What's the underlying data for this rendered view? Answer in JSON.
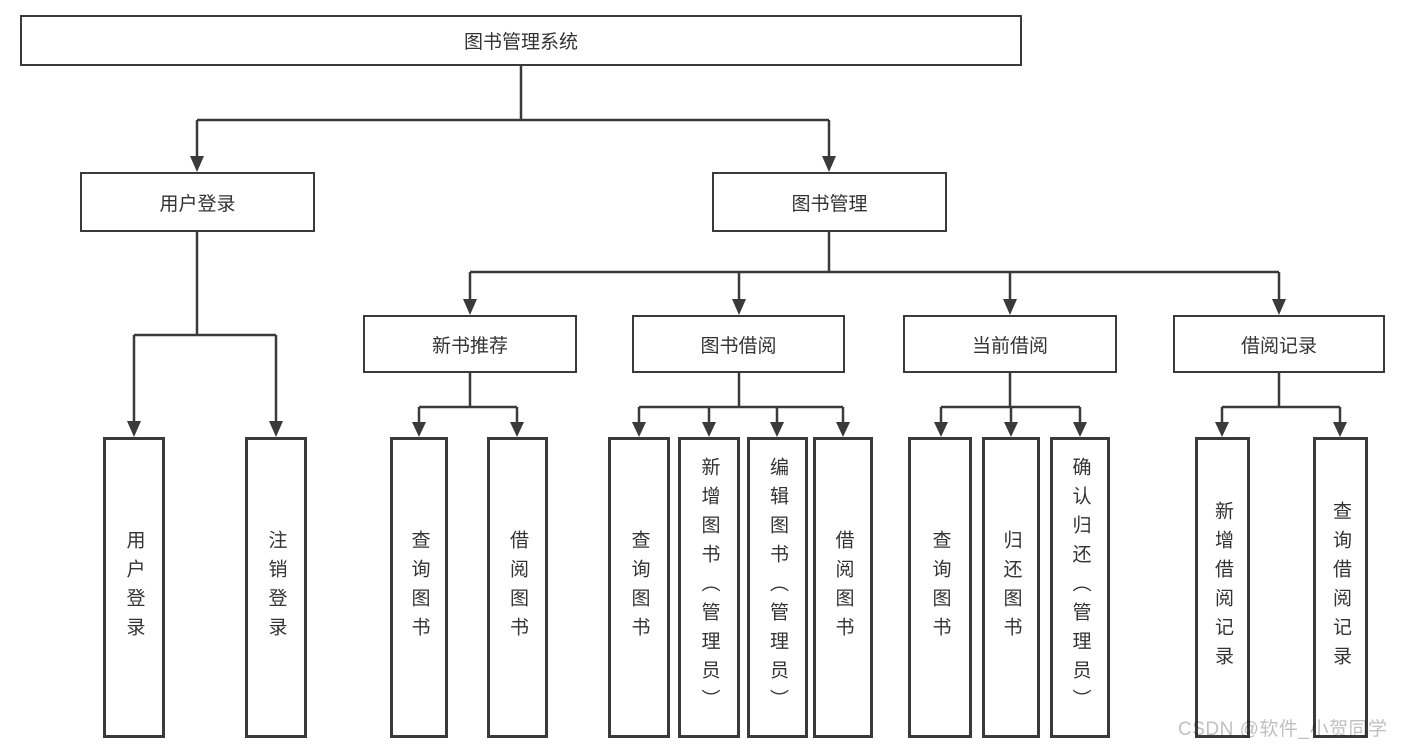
{
  "tree": {
    "label": "图书管理系统",
    "children": [
      {
        "label": "用户登录",
        "children": [
          {
            "label": "用户登录"
          },
          {
            "label": "注销登录"
          }
        ]
      },
      {
        "label": "图书管理",
        "children": [
          {
            "label": "新书推荐",
            "children": [
              {
                "label": "查询图书"
              },
              {
                "label": "借阅图书"
              }
            ]
          },
          {
            "label": "图书借阅",
            "children": [
              {
                "label": "查询图书"
              },
              {
                "label": "新增图书（管理员）"
              },
              {
                "label": "编辑图书（管理员）"
              },
              {
                "label": "借阅图书"
              }
            ]
          },
          {
            "label": "当前借阅",
            "children": [
              {
                "label": "查询图书"
              },
              {
                "label": "归还图书"
              },
              {
                "label": "确认归还（管理员）"
              }
            ]
          },
          {
            "label": "借阅记录",
            "children": [
              {
                "label": "新增借阅记录"
              },
              {
                "label": "查询借阅记录"
              }
            ]
          }
        ]
      }
    ]
  },
  "watermark": {
    "text": "CSDN @软件_小贺同学"
  },
  "colors": {
    "line": "#3a3a3a",
    "text": "#333333",
    "background": "#ffffff",
    "watermark_color": "#c0c0c0"
  }
}
